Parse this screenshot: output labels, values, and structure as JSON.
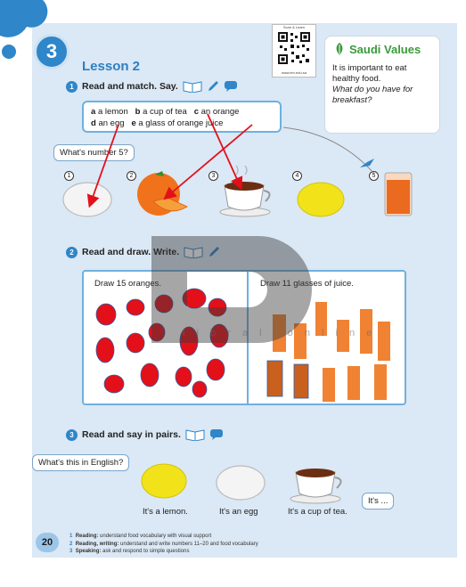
{
  "header": {
    "unit_number": "3",
    "lesson_title": "Lesson 2"
  },
  "qr": {
    "caption": "Scan & Learn",
    "url": "www.ien.edu.sa"
  },
  "values": {
    "title": "Saudi Values",
    "text": "It is important to eat healthy food.",
    "question": "What do you have for breakfast?"
  },
  "exercise1": {
    "number": "1",
    "instruction": "Read and match. Say.",
    "options": [
      {
        "letter": "a",
        "text": "a lemon"
      },
      {
        "letter": "b",
        "text": "a cup of tea"
      },
      {
        "letter": "c",
        "text": "an orange"
      },
      {
        "letter": "d",
        "text": "an egg"
      },
      {
        "letter": "e",
        "text": "a glass of orange juice"
      }
    ],
    "bubble": "What's number 5?",
    "pictures": [
      {
        "num": "1",
        "item": "egg"
      },
      {
        "num": "2",
        "item": "orange"
      },
      {
        "num": "3",
        "item": "cup of tea"
      },
      {
        "num": "4",
        "item": "lemon"
      },
      {
        "num": "5",
        "item": "glass of orange juice"
      }
    ]
  },
  "exercise2": {
    "number": "2",
    "instruction": "Read and draw. Write.",
    "left_label": "Draw 15 oranges.",
    "right_label": "Draw 11 glasses of juice."
  },
  "exercise3": {
    "number": "3",
    "instruction": "Read and say in pairs.",
    "question_bubble": "What's this in English?",
    "answer_bubble": "It's ...",
    "captions": [
      "It's a lemon.",
      "It's an egg",
      "It's a cup of tea."
    ]
  },
  "footer": {
    "page_number": "20",
    "objectives": [
      {
        "n": "1",
        "skill": "Reading:",
        "text": "understand food vocabulary with visual support"
      },
      {
        "n": "2",
        "skill": "Reading, writing:",
        "text": "understand and write numbers 11–20 and food vocabulary"
      },
      {
        "n": "3",
        "skill": "Speaking:",
        "text": "ask and respond to simple questions"
      }
    ]
  },
  "watermark": {
    "text": "l i b r a l . o n l i n e"
  },
  "colors": {
    "accent": "#2f86c9",
    "panel": "#dbe8f5",
    "drawing_red": "#e3101a",
    "drawing_orange": "#f08233"
  }
}
